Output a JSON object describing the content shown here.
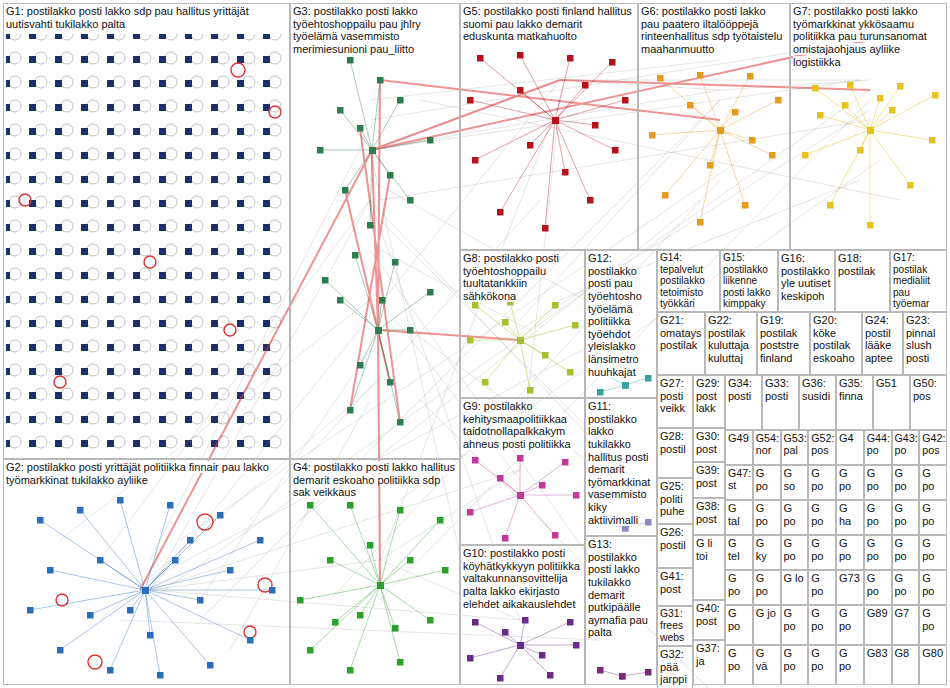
{
  "diagram": {
    "nodes": [
      {
        "text": [
          "G1: postilakko posti lakko sdp pau hallitus yrittäjät uutisvahti tukilakko palta"
        ]
      },
      {
        "text": [
          "G3: postilakko posti lakko työehtoshoppailu pau jhlry työelämä vasemmisto merimiesunioni pau_liitto"
        ]
      },
      {
        "text": [
          "G5: postilakko posti finland hallitus suomi pau lakko demarit eduskunta matkahuolto"
        ]
      },
      {
        "text": [
          "G6: postilakko posti lakko pau paatero iltalööppejä rinteenhallitus sdp työtaistelu maahanmuutto"
        ]
      },
      {
        "text": [
          "G7: postilakko posti lakko työmarkkinat ykkösaamu politiikka pau turunsanomat omistajaohjaus ayliike logistiikka"
        ]
      },
      {
        "text": [
          "G8: postilakko posti työehtoshoppailu tuultatankkiin sähkökona"
        ]
      },
      {
        "text": [
          "G12: postilakko posti pau työehtosho työelämä politiikka työehdot yleislakko länsimetro huuhkajat"
        ]
      },
      {
        "text": [
          "G14: tepalvelut postilakko tetoimisto työkkäri"
        ]
      },
      {
        "text": [
          "G15: postilakko liikenne posti lakko kimppaky"
        ]
      },
      {
        "text": [
          "G16: postilakko yle uutiset keskipoh"
        ]
      },
      {
        "text": [
          "G18: postilak"
        ]
      },
      {
        "text": [
          "G17: postilak medialiit pau työemar"
        ]
      },
      {
        "text": [
          "G21: omatays postilak"
        ]
      },
      {
        "text": [
          "G22: postilak kuluttaja kuluttaj"
        ]
      },
      {
        "text": [
          "G19: postilak poststre finland"
        ]
      },
      {
        "text": [
          "G20: köke postilak eskoaho"
        ]
      },
      {
        "text": [
          "G24: postil lääke aptee"
        ]
      },
      {
        "text": [
          "G23: pinnal slush posti"
        ]
      },
      {
        "text": [
          "G27: posti veikk"
        ]
      },
      {
        "text": [
          "G29: post lakk"
        ]
      },
      {
        "text": [
          "G34: posti"
        ]
      },
      {
        "text": [
          "G33: posti"
        ]
      },
      {
        "text": [
          "G36: susidi"
        ]
      },
      {
        "text": [
          "G35: finna"
        ]
      },
      {
        "text": [
          "G51"
        ]
      },
      {
        "text": [
          "G50: pos"
        ]
      },
      {
        "text": [
          "G2: postilakko posti yrittäjät politiikka finnair pau lakko työmarkkinat tukilakko ayliike"
        ]
      },
      {
        "text": [
          "G4: postilakko posti lakko hallitus demarit eskoaho politiikka sdp sak veikkaus"
        ]
      },
      {
        "text": [
          "G9: postilakko kehitysmaapolitiikkaa taidotnollapalkkakym ahneus posti politiikka"
        ]
      },
      {
        "text": [
          "G11: postilakko lakko tukilakko hallitus posti demarit työmarkkinat vasemmisto kiky aktiivimalli"
        ]
      },
      {
        "text": [
          "G28: postil"
        ]
      },
      {
        "text": [
          "G30: post"
        ]
      },
      {
        "text": [
          "G25: politi puhe"
        ]
      },
      {
        "text": [
          "G39: post"
        ]
      },
      {
        "text": [
          "G38: post"
        ]
      },
      {
        "text": [
          "G26: postil"
        ]
      },
      {
        "text": [
          "G li toi"
        ]
      },
      {
        "text": [
          "G13: postilakko posti lakko tukilakko demarit putkipäälle aymafia pau palta"
        ]
      },
      {
        "text": [
          "G10: postilakko posti köyhätkykkyyn politiikka valtakunnansovittelija palta lakko ekirjasto elehdet aikakauslehdet"
        ]
      },
      {
        "text": [
          "G41: post"
        ]
      },
      {
        "text": [
          "G40: post"
        ]
      },
      {
        "text": [
          "G31: frees webs"
        ]
      },
      {
        "text": [
          "G37: ja"
        ]
      },
      {
        "text": [
          "G32: pää jarppi"
        ]
      },
      {
        "text": [
          "G49"
        ]
      },
      {
        "text": [
          "G54: nor"
        ]
      },
      {
        "text": [
          "G53: pal"
        ]
      },
      {
        "text": [
          "G52: pos"
        ]
      },
      {
        "text": [
          "G4"
        ]
      },
      {
        "text": [
          "G44: po"
        ]
      },
      {
        "text": [
          "G43: po"
        ]
      },
      {
        "text": [
          "G42: pos"
        ]
      },
      {
        "text": [
          "G47: st"
        ]
      },
      {
        "text": [
          "G po"
        ]
      },
      {
        "text": [
          "G so"
        ]
      },
      {
        "text": [
          "G po"
        ]
      },
      {
        "text": [
          "G po"
        ]
      },
      {
        "text": [
          "G po"
        ]
      },
      {
        "text": [
          "G po"
        ]
      },
      {
        "text": [
          "G po"
        ]
      },
      {
        "text": [
          "G tal"
        ]
      },
      {
        "text": [
          "G po"
        ]
      },
      {
        "text": [
          "G po"
        ]
      },
      {
        "text": [
          "G po"
        ]
      },
      {
        "text": [
          "G ha"
        ]
      },
      {
        "text": [
          "G po"
        ]
      },
      {
        "text": [
          "G po"
        ]
      },
      {
        "text": [
          "G po"
        ]
      },
      {
        "text": [
          "G tel"
        ]
      },
      {
        "text": [
          "G ky"
        ]
      },
      {
        "text": [
          "G po"
        ]
      },
      {
        "text": [
          "G po"
        ]
      },
      {
        "text": [
          "G po"
        ]
      },
      {
        "text": [
          "G po"
        ]
      },
      {
        "text": [
          "G po"
        ]
      },
      {
        "text": [
          "G po"
        ]
      },
      {
        "text": [
          "G po"
        ]
      },
      {
        "text": [
          "G po"
        ]
      },
      {
        "text": [
          "G lo"
        ]
      },
      {
        "text": [
          "G po"
        ]
      },
      {
        "text": [
          "G73"
        ]
      },
      {
        "text": [
          "G po"
        ]
      },
      {
        "text": [
          "G po"
        ]
      },
      {
        "text": [
          "G po"
        ]
      },
      {
        "text": [
          "G po"
        ]
      },
      {
        "text": [
          "G jo"
        ]
      },
      {
        "text": [
          "G po"
        ]
      },
      {
        "text": [
          "G po"
        ]
      },
      {
        "text": [
          "G po"
        ]
      },
      {
        "text": [
          "G89"
        ]
      },
      {
        "text": [
          "G7"
        ]
      },
      {
        "text": [
          "G po"
        ]
      },
      {
        "text": [
          "G po"
        ]
      },
      {
        "text": [
          "G vä"
        ]
      },
      {
        "text": [
          "G po"
        ]
      },
      {
        "text": [
          "G po"
        ]
      },
      {
        "text": [
          "G po"
        ]
      },
      {
        "text": [
          "G83"
        ]
      },
      {
        "text": [
          "G8"
        ]
      },
      {
        "text": [
          "G80"
        ]
      }
    ]
  }
}
